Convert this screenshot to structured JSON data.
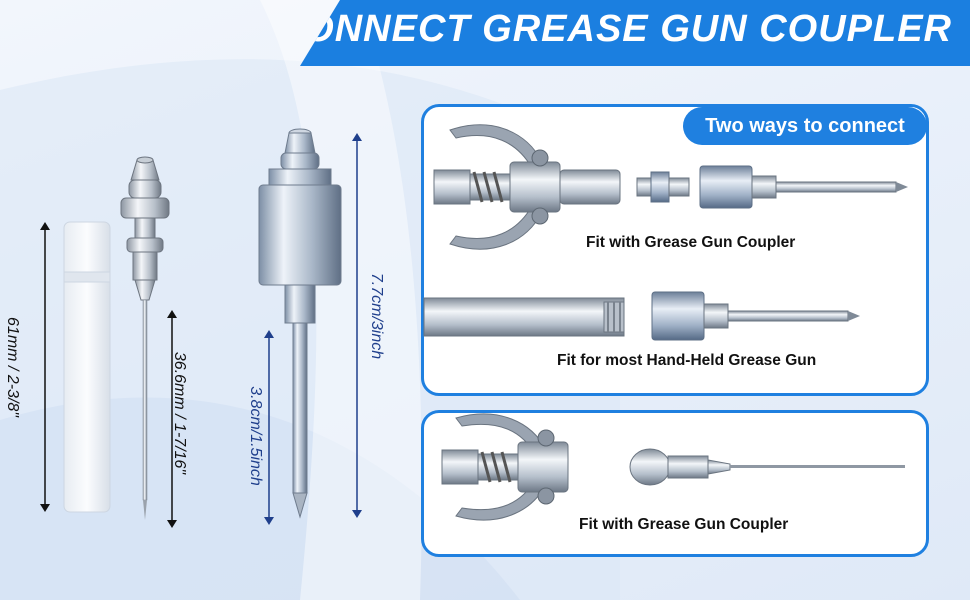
{
  "banner": {
    "title": "CONNECT GREASE GUN COUPLER"
  },
  "top_panel": {
    "pill_label": "Two ways to connect",
    "caption_1": "Fit with Grease Gun Coupler",
    "caption_2": "Fit for most Hand-Held Grease Gun"
  },
  "bottom_panel": {
    "caption": "Fit with Grease Gun Coupler"
  },
  "dimensions": {
    "tube_length": "61mm / 2-3/8\"",
    "needle_length": "36.6mm / 1-7/16\"",
    "nozzle_total": "7.7cm/3inch",
    "nozzle_tip": "3.8cm/1.5inch"
  },
  "colors": {
    "accent": "#1f80e0",
    "banner": "#1b7fe0",
    "dimension_text": "#1f3f8c"
  }
}
